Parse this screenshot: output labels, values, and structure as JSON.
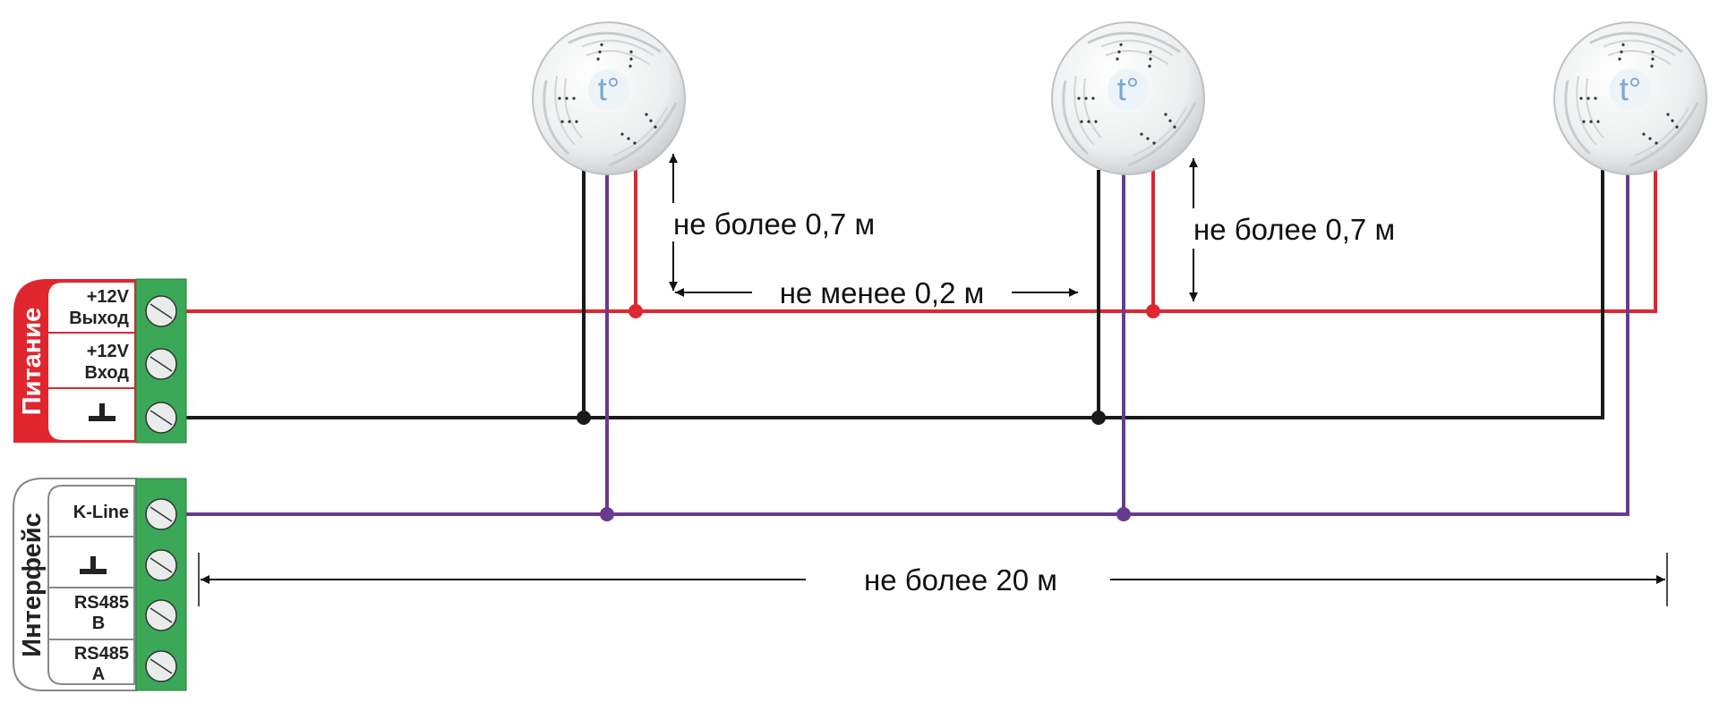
{
  "power_block": {
    "title": "Питание",
    "terminals": [
      {
        "line1": "+12V",
        "line2": "Выход"
      },
      {
        "line1": "+12V",
        "line2": "Вход"
      },
      {
        "line1": "⊥",
        "line2": ""
      }
    ]
  },
  "interface_block": {
    "title": "Интерфейс",
    "terminals": [
      {
        "line1": "K-Line",
        "line2": ""
      },
      {
        "line1": "⊥",
        "line2": ""
      },
      {
        "line1": "RS485",
        "line2": "B"
      },
      {
        "line1": "RS485",
        "line2": "A"
      }
    ]
  },
  "sensors": [
    {
      "badge": "t°"
    },
    {
      "badge": "t°"
    },
    {
      "badge": "t°"
    }
  ],
  "dimensions": {
    "branch_1": "не более 0,7 м",
    "branch_2": "не более 0,7 м",
    "spacing": "не менее 0,2 м",
    "total": "не более 20 м"
  },
  "colors": {
    "power_wire": "#e0262f",
    "ground_wire": "#1a1a1a",
    "kline_wire": "#6a3a8e",
    "terminal_green": "#3aa856",
    "power_red": "#e0262f"
  }
}
